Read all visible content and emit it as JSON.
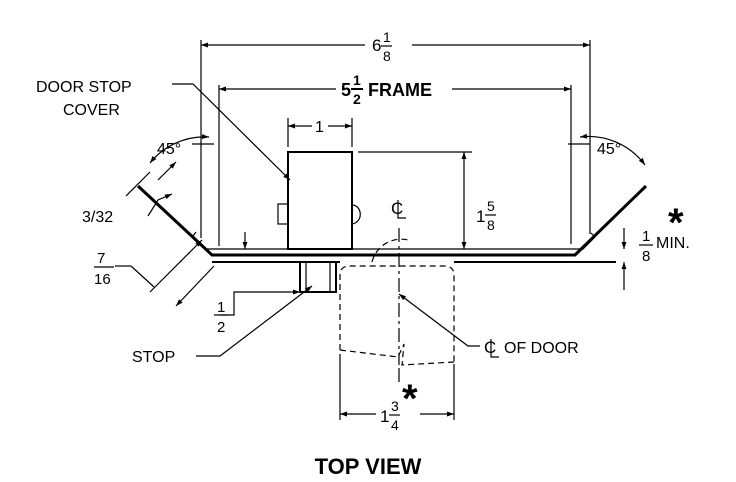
{
  "labels": {
    "overall_whole": "6",
    "overall_num": "1",
    "overall_den": "8",
    "frame_whole": "5",
    "frame_num": "1",
    "frame_den": "2",
    "frame_word": "FRAME",
    "door_stop_line1": "DOOR STOP",
    "door_stop_line2": "COVER",
    "cover_width": "1",
    "cover_depth_whole": "1",
    "cover_depth_num": "5",
    "cover_depth_den": "8",
    "angle_left": "45°",
    "angle_right": "45°",
    "thickness": "3/32",
    "return_num": "7",
    "return_den": "16",
    "offset_num": "1",
    "offset_den": "2",
    "clearance_num": "1",
    "clearance_den": "8",
    "clearance_word": "MIN.",
    "asterisk_right": "*",
    "asterisk_bottom": "*",
    "stop": "STOP",
    "cl_mark": "C",
    "cl_door_word": "OF DOOR",
    "door_whole": "1",
    "door_num": "3",
    "door_den": "4",
    "view_title": "TOP VIEW"
  }
}
